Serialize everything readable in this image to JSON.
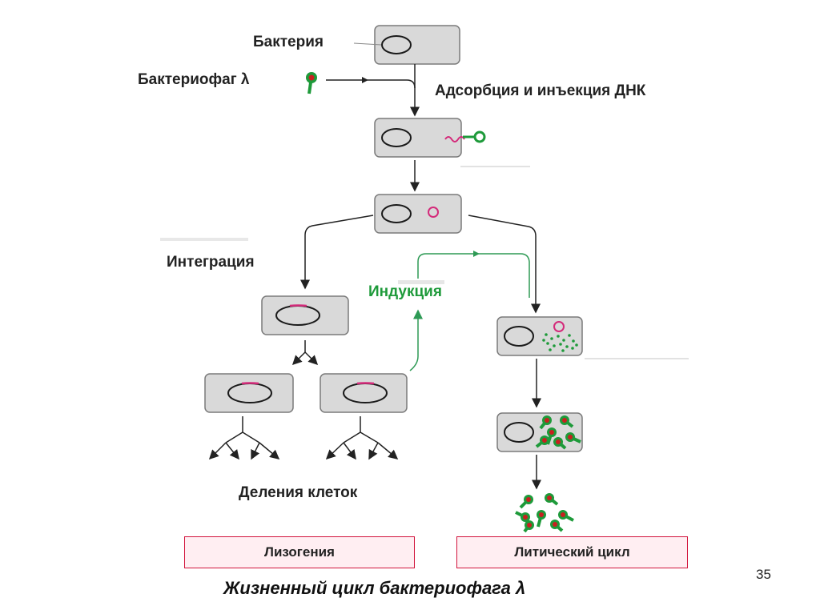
{
  "labels": {
    "bacterium": "Бактерия",
    "phage": "Бактериофаг λ",
    "adsorption": "Адсорбция и инъекция ДНК",
    "integration": "Интеграция",
    "induction": "Индукция",
    "division": "Деления клеток"
  },
  "outcomes": {
    "lysogeny": "Лизогения",
    "lytic": "Литический цикл"
  },
  "caption": "Жизненный цикл бактериофага λ",
  "page_number": "35",
  "colors": {
    "cell_fill": "#d9d9d9",
    "cell_border": "#7a7a7a",
    "nucleoid": "#1a1a1a",
    "phage_dna": "#d42a7a",
    "phage_green": "#1e9a3a",
    "phage_red": "#c82020",
    "induction_arrow": "#2e9a55",
    "outcome_border": "#d2143c",
    "outcome_fill": "#ffeef2"
  }
}
